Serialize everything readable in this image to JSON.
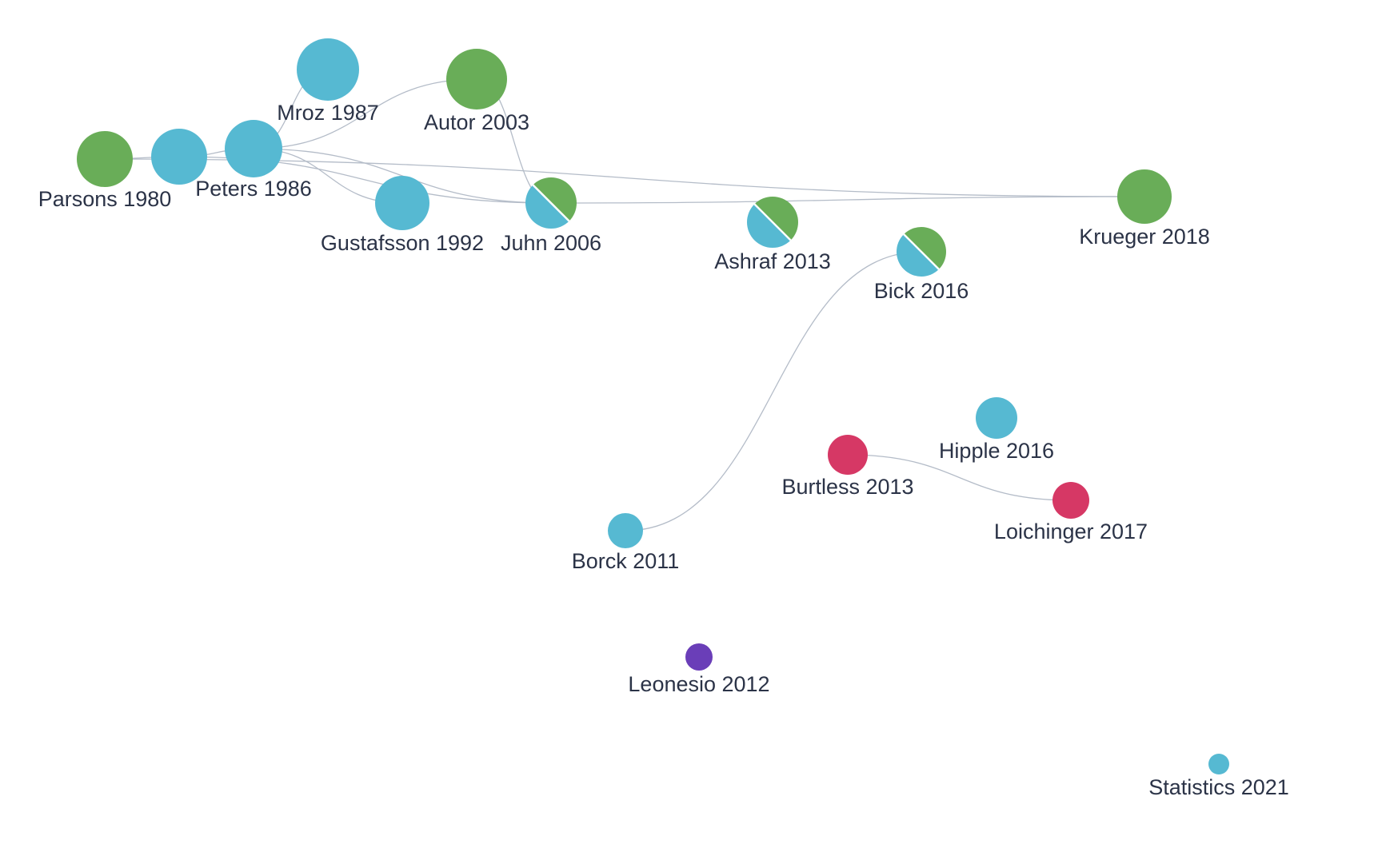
{
  "colors": {
    "blue": "#56b9d2",
    "green": "#69ad58",
    "red": "#d63865",
    "purple": "#6a3eb8",
    "edge": "#b4bcc8",
    "label": "#2b3347"
  },
  "nodes": [
    {
      "id": "parsons",
      "label": "Parsons 1980",
      "colors": [
        "green"
      ]
    },
    {
      "id": "peters",
      "label": "Peters 1986",
      "colors": [
        "blue"
      ]
    },
    {
      "id": "peters-2",
      "label": "",
      "colors": [
        "blue"
      ]
    },
    {
      "id": "mroz",
      "label": "Mroz 1987",
      "colors": [
        "blue"
      ]
    },
    {
      "id": "autor",
      "label": "Autor 2003",
      "colors": [
        "green"
      ]
    },
    {
      "id": "gustafsson",
      "label": "Gustafsson 1992",
      "colors": [
        "blue"
      ]
    },
    {
      "id": "juhn",
      "label": "Juhn 2006",
      "colors": [
        "blue",
        "green"
      ]
    },
    {
      "id": "ashraf",
      "label": "Ashraf 2013",
      "colors": [
        "blue",
        "green"
      ]
    },
    {
      "id": "bick",
      "label": "Bick 2016",
      "colors": [
        "blue",
        "green"
      ]
    },
    {
      "id": "krueger",
      "label": "Krueger 2018",
      "colors": [
        "green"
      ]
    },
    {
      "id": "hipple",
      "label": "Hipple 2016",
      "colors": [
        "blue"
      ]
    },
    {
      "id": "burtless",
      "label": "Burtless 2013",
      "colors": [
        "red"
      ]
    },
    {
      "id": "loichinger",
      "label": "Loichinger 2017",
      "colors": [
        "red"
      ]
    },
    {
      "id": "borck",
      "label": "Borck 2011",
      "colors": [
        "blue"
      ]
    },
    {
      "id": "leonesio",
      "label": "Leonesio 2012",
      "colors": [
        "purple"
      ]
    },
    {
      "id": "statistics",
      "label": "Statistics 2021",
      "colors": [
        "blue"
      ]
    }
  ],
  "edges": [
    {
      "from": "parsons",
      "to": "peters-2"
    },
    {
      "from": "peters-2",
      "to": "peters"
    },
    {
      "from": "peters",
      "to": "mroz"
    },
    {
      "from": "peters",
      "to": "autor"
    },
    {
      "from": "peters",
      "to": "juhn"
    },
    {
      "from": "peters",
      "to": "gustafsson"
    },
    {
      "from": "peters-2",
      "to": "juhn"
    },
    {
      "from": "parsons",
      "to": "krueger"
    },
    {
      "from": "autor",
      "to": "juhn"
    },
    {
      "from": "juhn",
      "to": "krueger"
    },
    {
      "from": "borck",
      "to": "bick"
    },
    {
      "from": "burtless",
      "to": "loichinger"
    }
  ]
}
